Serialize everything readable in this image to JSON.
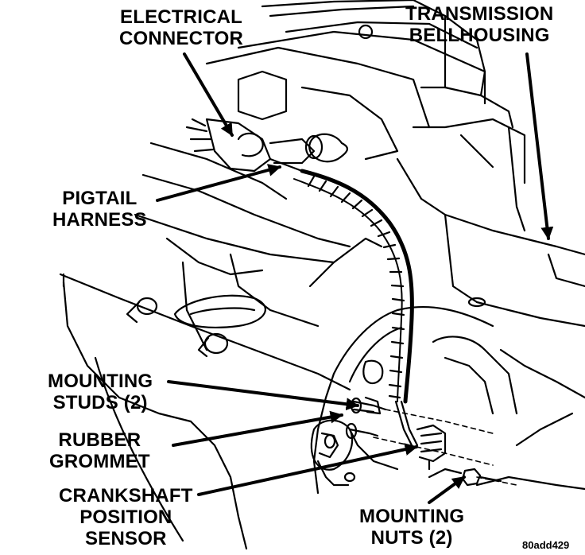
{
  "labels": {
    "electrical_connector": [
      "ELECTRICAL",
      "CONNECTOR"
    ],
    "transmission_bellhousing": [
      "TRANSMISSION",
      "BELLHOUSING"
    ],
    "pigtail_harness": [
      "PIGTAIL",
      "HARNESS"
    ],
    "mounting_studs": [
      "MOUNTING",
      "STUDS (2)"
    ],
    "rubber_grommet": [
      "RUBBER",
      "GROMMET"
    ],
    "crankshaft_position_sensor": [
      "CRANKSHAFT",
      "POSITION",
      "SENSOR"
    ],
    "mounting_nuts": [
      "MOUNTING",
      "NUTS (2)"
    ]
  },
  "figure_code": "80add429"
}
